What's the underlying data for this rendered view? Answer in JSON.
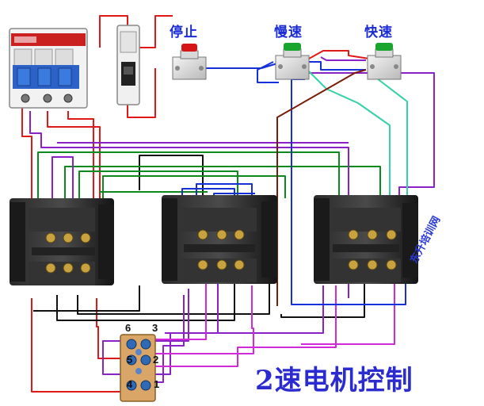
{
  "labels": {
    "stop": "停止",
    "slow": "慢速",
    "fast": "快速",
    "title": "2速电机控制",
    "watermark": "东升培训网"
  },
  "terminals": {
    "t6": "6",
    "t3": "3",
    "t5": "5",
    "t2": "2",
    "t4": "4",
    "t1": "1"
  },
  "wire_colors": {
    "red": "#e01818",
    "black": "#111111",
    "green": "#0c8a1e",
    "purple": "#8a22c8",
    "blue": "#1530d8",
    "cyan": "#33d2a8",
    "magenta": "#d22ad8",
    "brown": "#7a1c08"
  }
}
